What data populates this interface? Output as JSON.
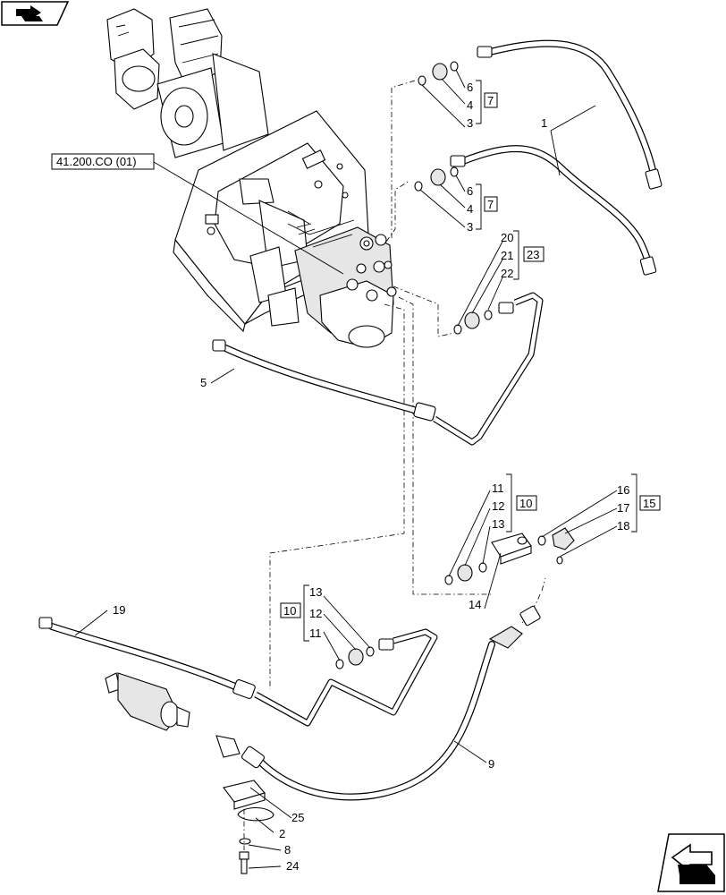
{
  "reference_label": "41.200.CO (01)",
  "callouts": {
    "c1": "1",
    "c2": "2",
    "c3a": "3",
    "c3b": "3",
    "c4a": "4",
    "c4b": "4",
    "c5": "5",
    "c6a": "6",
    "c6b": "6",
    "c8": "8",
    "c9": "9",
    "c11a": "11",
    "c11b": "11",
    "c12a": "12",
    "c12b": "12",
    "c13a": "13",
    "c13b": "13",
    "c14": "14",
    "c16": "16",
    "c17": "17",
    "c18": "18",
    "c19": "19",
    "c20": "20",
    "c21": "21",
    "c22": "22",
    "c24": "24",
    "c25": "25"
  },
  "kits": {
    "k7a": "7",
    "k7b": "7",
    "k23": "23",
    "k10a": "10",
    "k10b": "10",
    "k15": "15"
  },
  "icons": {
    "top_left": "nav-back-arrow-icon",
    "bottom_right": "nav-forward-arrow-icon"
  }
}
